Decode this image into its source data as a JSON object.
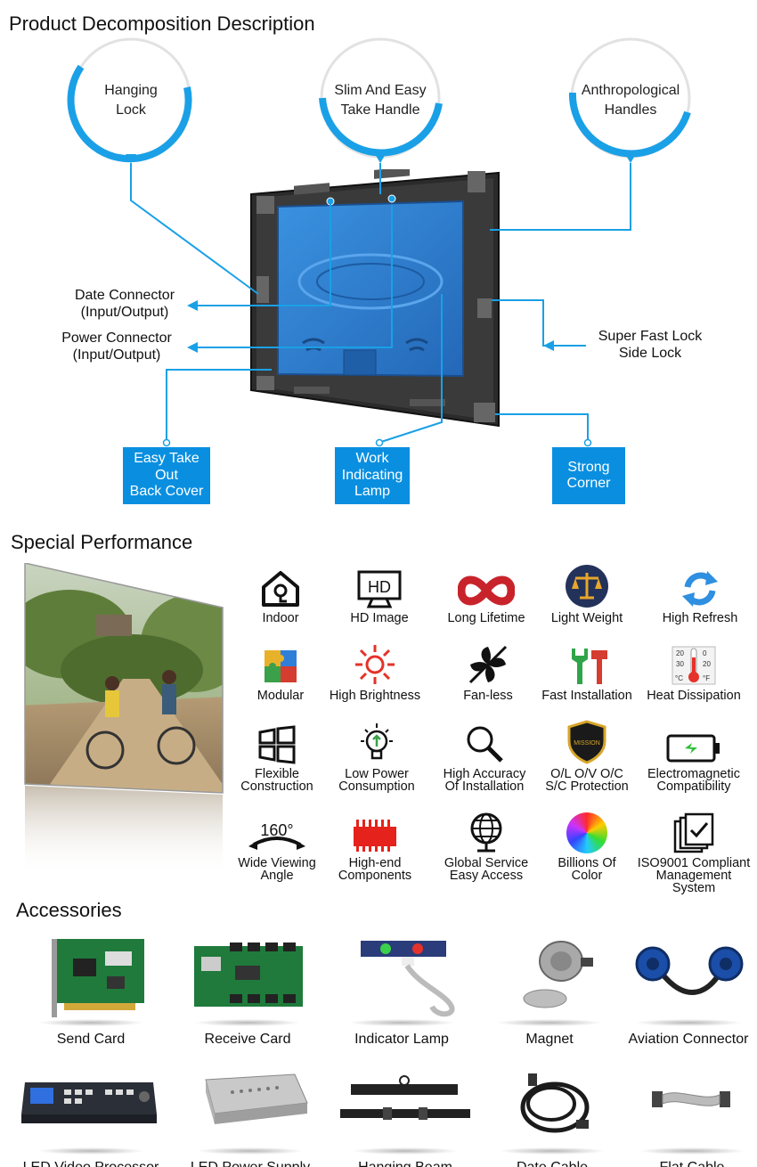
{
  "sections": {
    "decomposition_title": "Product Decomposition Description",
    "performance_title": "Special Performance",
    "accessories_title": "Accessories"
  },
  "circles": [
    {
      "label": "Hanging\nLock"
    },
    {
      "label": "Slim And Easy\nTake Handle"
    },
    {
      "label": "Anthropological\nHandles"
    }
  ],
  "callouts": {
    "date_connector": "Date Connector\n(Input/Output)",
    "power_connector": "Power Connector\n(Input/Output)",
    "super_fast_lock": "Super Fast Lock\nSide Lock"
  },
  "blue_boxes": [
    {
      "label": "Easy Take\nOut\nBack Cover"
    },
    {
      "label": "Work\nIndicating\nLamp"
    },
    {
      "label": "Strong\nCorner"
    }
  ],
  "features": [
    {
      "label": "Indoor",
      "icon": "house-icon"
    },
    {
      "label": "HD Image",
      "icon": "hd-monitor-icon"
    },
    {
      "label": "Long Lifetime",
      "icon": "infinity-icon"
    },
    {
      "label": "Light Weight",
      "icon": "scale-icon"
    },
    {
      "label": "High Refresh",
      "icon": "refresh-icon"
    },
    {
      "label": "Modular",
      "icon": "puzzle-icon"
    },
    {
      "label": "High Brightness",
      "icon": "sun-icon"
    },
    {
      "label": "Fan-less",
      "icon": "fan-icon"
    },
    {
      "label": "Fast Installation",
      "icon": "tools-icon"
    },
    {
      "label": "Heat Dissipation",
      "icon": "thermometer-icon"
    },
    {
      "label": "Flexible\nConstruction",
      "icon": "windows-icon"
    },
    {
      "label": "Low Power\nConsumption",
      "icon": "bulb-icon"
    },
    {
      "label": "High Accuracy\nOf Installation",
      "icon": "magnifier-icon"
    },
    {
      "label": "O/L O/V O/C\nS/C Protection",
      "icon": "shield-icon"
    },
    {
      "label": "Electromagnetic\nCompatibility",
      "icon": "battery-icon"
    },
    {
      "label": "Wide Viewing\nAngle",
      "icon": "viewing-angle-icon",
      "badge": "160°"
    },
    {
      "label": "High-end\nComponents",
      "icon": "chip-icon"
    },
    {
      "label": "Global Service\nEasy Access",
      "icon": "globe-icon"
    },
    {
      "label": "Billions Of\nColor",
      "icon": "color-wheel-icon"
    },
    {
      "label": "ISO9001 Compliant\nManagement System",
      "icon": "certificate-icon"
    }
  ],
  "thermometer": {
    "top_left": "20",
    "top_right": "0",
    "mid_left": "30",
    "mid_right": "20",
    "bot_left": "°C",
    "bot_right": "°F"
  },
  "shield_text": "MISSION",
  "hd_text": "HD",
  "accessories": [
    {
      "label": "Send Card",
      "icon": "send-card-icon"
    },
    {
      "label": "Receive Card",
      "icon": "receive-card-icon"
    },
    {
      "label": "Indicator Lamp",
      "icon": "indicator-lamp-icon"
    },
    {
      "label": "Magnet",
      "icon": "magnet-icon"
    },
    {
      "label": "Aviation Connector",
      "icon": "aviation-connector-icon"
    },
    {
      "label": "LED Video Processor",
      "icon": "video-processor-icon"
    },
    {
      "label": "LED Power Supply",
      "icon": "power-supply-icon"
    },
    {
      "label": "Hanging Beam",
      "icon": "hanging-beam-icon"
    },
    {
      "label": "Date Cable",
      "icon": "date-cable-icon"
    },
    {
      "label": "Flat Cable",
      "icon": "flat-cable-icon"
    }
  ],
  "colors": {
    "accent": "#0a8fe0",
    "circle_ring": "#1aa0e6",
    "panel_blue": "#2f86d6",
    "frame": "#2a2a2a"
  }
}
